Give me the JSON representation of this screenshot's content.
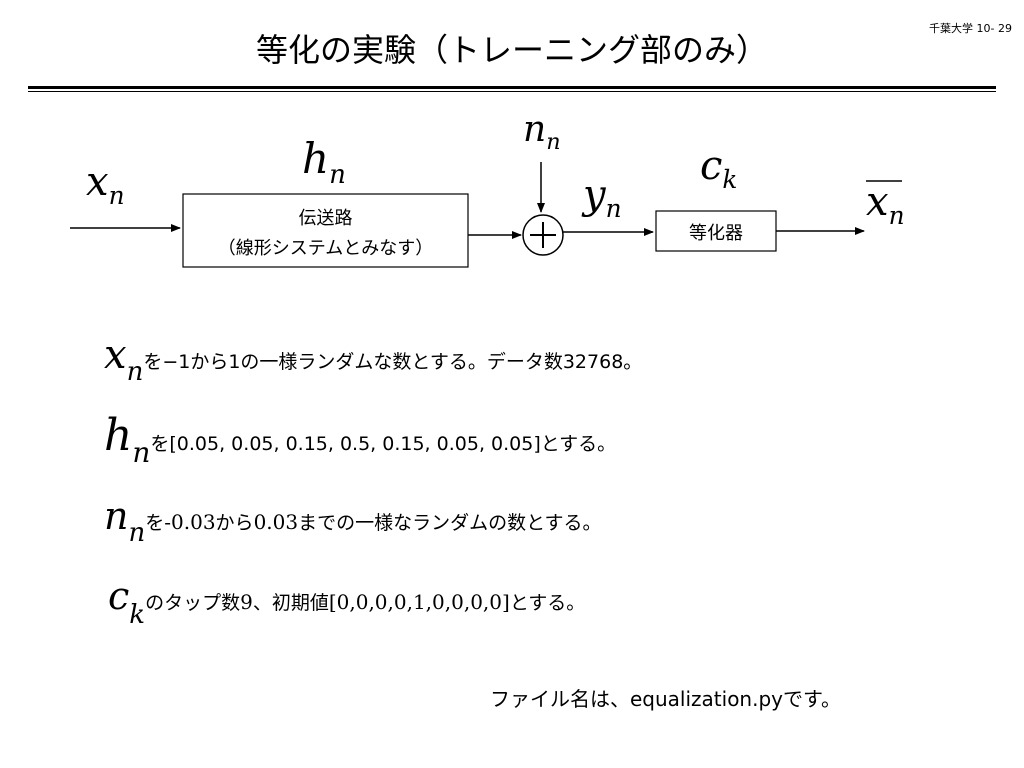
{
  "header": {
    "page_number": "千葉大学 10- 29",
    "title": "等化の実験（トレーニング部のみ）"
  },
  "diagram": {
    "input_symbol": "x",
    "input_subscript": "n",
    "channel_symbol": "h",
    "channel_subscript": "n",
    "channel_label_line1": "伝送路",
    "channel_label_line2": "（線形システムとみなす）",
    "noise_symbol": "n",
    "noise_subscript": "n",
    "adder_symbol": "+",
    "received_symbol": "y",
    "received_subscript": "n",
    "equalizer_symbol": "c",
    "equalizer_subscript": "k",
    "equalizer_label": "等化器",
    "output_symbol": "x",
    "output_subscript": "n"
  },
  "descriptions": [
    {
      "symbol": "x",
      "subscript": "n",
      "text": "を−1から1の一様ランダムな数とする。データ数32768。"
    },
    {
      "symbol": "h",
      "subscript": "n",
      "text": "を[0.05, 0.05, 0.15, 0.5, 0.15, 0.05, 0.05]とする。"
    },
    {
      "symbol": "n",
      "subscript": "n",
      "text_1": "を",
      "value_low": "-0.03",
      "text_2": "から",
      "value_high": "0.03",
      "text_3": "までの一様なランダムの数とする。"
    },
    {
      "symbol": "c",
      "subscript": "k",
      "text_1": "のタップ数",
      "taps": "9",
      "text_2": "、初期値",
      "initial_value": "[0,0,0,0,1,0,0,0,0]",
      "text_3": "とする。"
    }
  ],
  "footer": {
    "filename_note": "ファイル名は、equalization.pyです。"
  }
}
